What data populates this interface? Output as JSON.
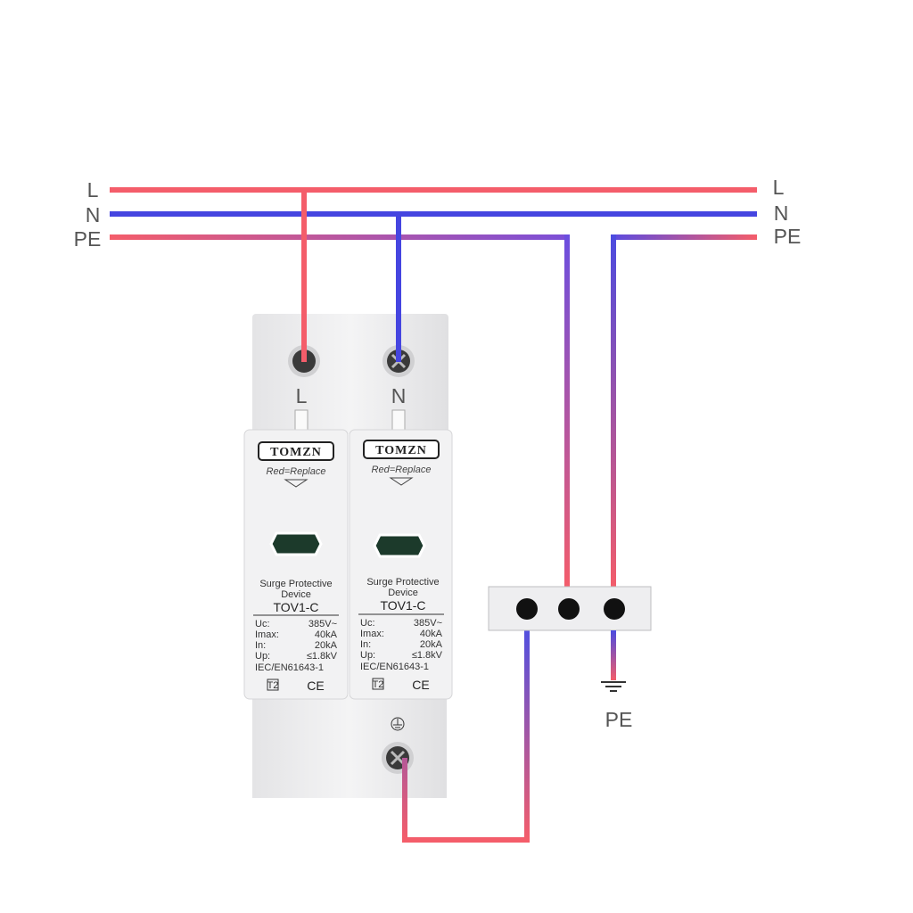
{
  "lines": {
    "left": [
      "L",
      "N",
      "PE"
    ],
    "right": [
      "L",
      "N",
      "PE"
    ]
  },
  "device": {
    "terminal_labels": [
      "L",
      "N"
    ],
    "modules": [
      {
        "brand": "TOMZN",
        "hint": "Red=Replace",
        "title1": "Surge Protective",
        "title2": "Device",
        "model": "TOV1-C",
        "specs": [
          {
            "k": "Uc:",
            "v": "385V~"
          },
          {
            "k": "Imax:",
            "v": "40kA"
          },
          {
            "k": "In:",
            "v": "20kA"
          },
          {
            "k": "Up:",
            "v": "≤1.8kV"
          }
        ],
        "standard": "IEC/EN61643-1",
        "type_mark": "T2",
        "ce": "CE"
      },
      {
        "brand": "TOMZN",
        "hint": "Red=Replace",
        "title1": "Surge Protective",
        "title2": "Device",
        "model": "TOV1-C",
        "specs": [
          {
            "k": "Uc:",
            "v": "385V~"
          },
          {
            "k": "Imax:",
            "v": "40kA"
          },
          {
            "k": "In:",
            "v": "20kA"
          },
          {
            "k": "Up:",
            "v": "≤1.8kV"
          }
        ],
        "standard": "IEC/EN61643-1",
        "type_mark": "T2",
        "ce": "CE"
      }
    ]
  },
  "ground_label": "PE",
  "colors": {
    "line": "#f45d6a",
    "neutral": "#4545e0",
    "pe_mix": "#a455b8"
  }
}
